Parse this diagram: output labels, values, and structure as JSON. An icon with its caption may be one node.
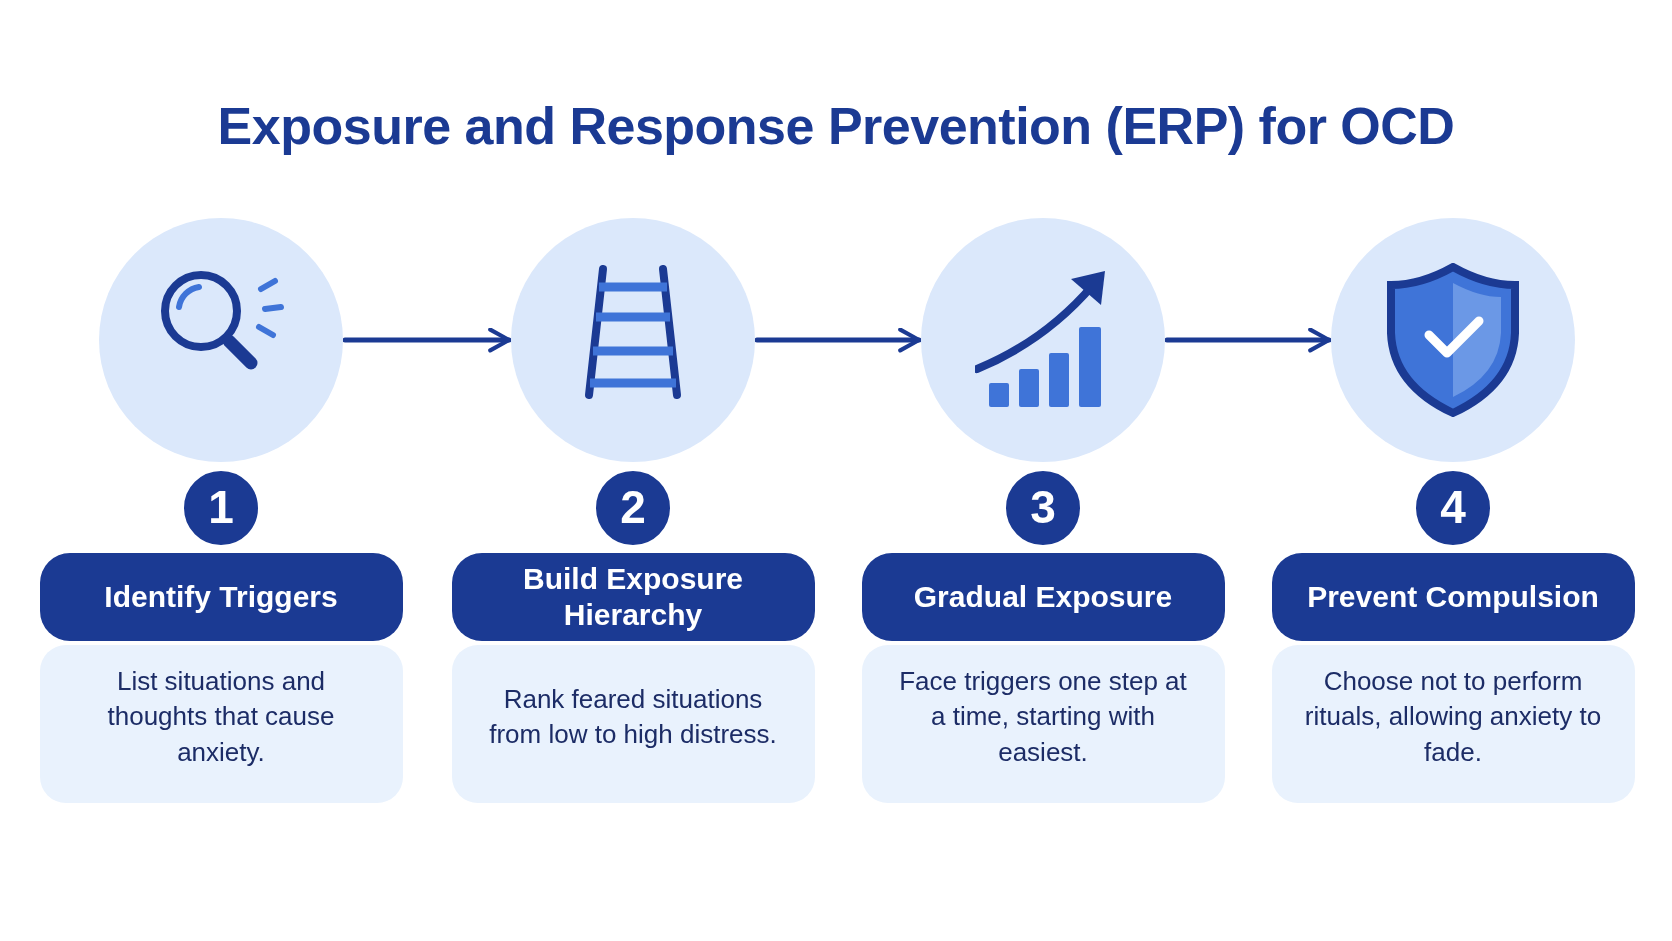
{
  "diagram": {
    "title": "Exposure and Response Prevention (ERP) for OCD",
    "nodes": [
      {
        "text": [],
        "shape": "circle"
      },
      {
        "text": [
          "1"
        ]
      },
      {
        "text": [
          "Identify Triggers"
        ]
      },
      {
        "text": [
          "List situations and thoughts that cause anxiety."
        ]
      },
      {
        "text": [],
        "shape": "circle"
      },
      {
        "text": [
          "2"
        ]
      },
      {
        "text": [
          "Build Exposure Hierarchy"
        ]
      },
      {
        "text": [
          "Rank feared situations from low to high distress."
        ]
      },
      {
        "text": [],
        "shape": "circle"
      },
      {
        "text": [
          "3"
        ]
      },
      {
        "text": [
          "Gradual Exposure"
        ]
      },
      {
        "text": [
          "Face triggers one step at a time, starting with easiest."
        ]
      },
      {
        "text": [],
        "shape": "circle"
      },
      {
        "text": [
          "4"
        ]
      },
      {
        "text": [
          "Prevent Compulsion"
        ]
      },
      {
        "text": [
          "Choose not to perform rituals, allowing anxiety to fade."
        ]
      }
    ],
    "edges": [
      {
        "from": 0,
        "to": 4,
        "arrow": "to"
      },
      {
        "from": 4,
        "to": 8,
        "arrow": "to"
      },
      {
        "from": 8,
        "to": 12,
        "arrow": "to"
      }
    ]
  }
}
